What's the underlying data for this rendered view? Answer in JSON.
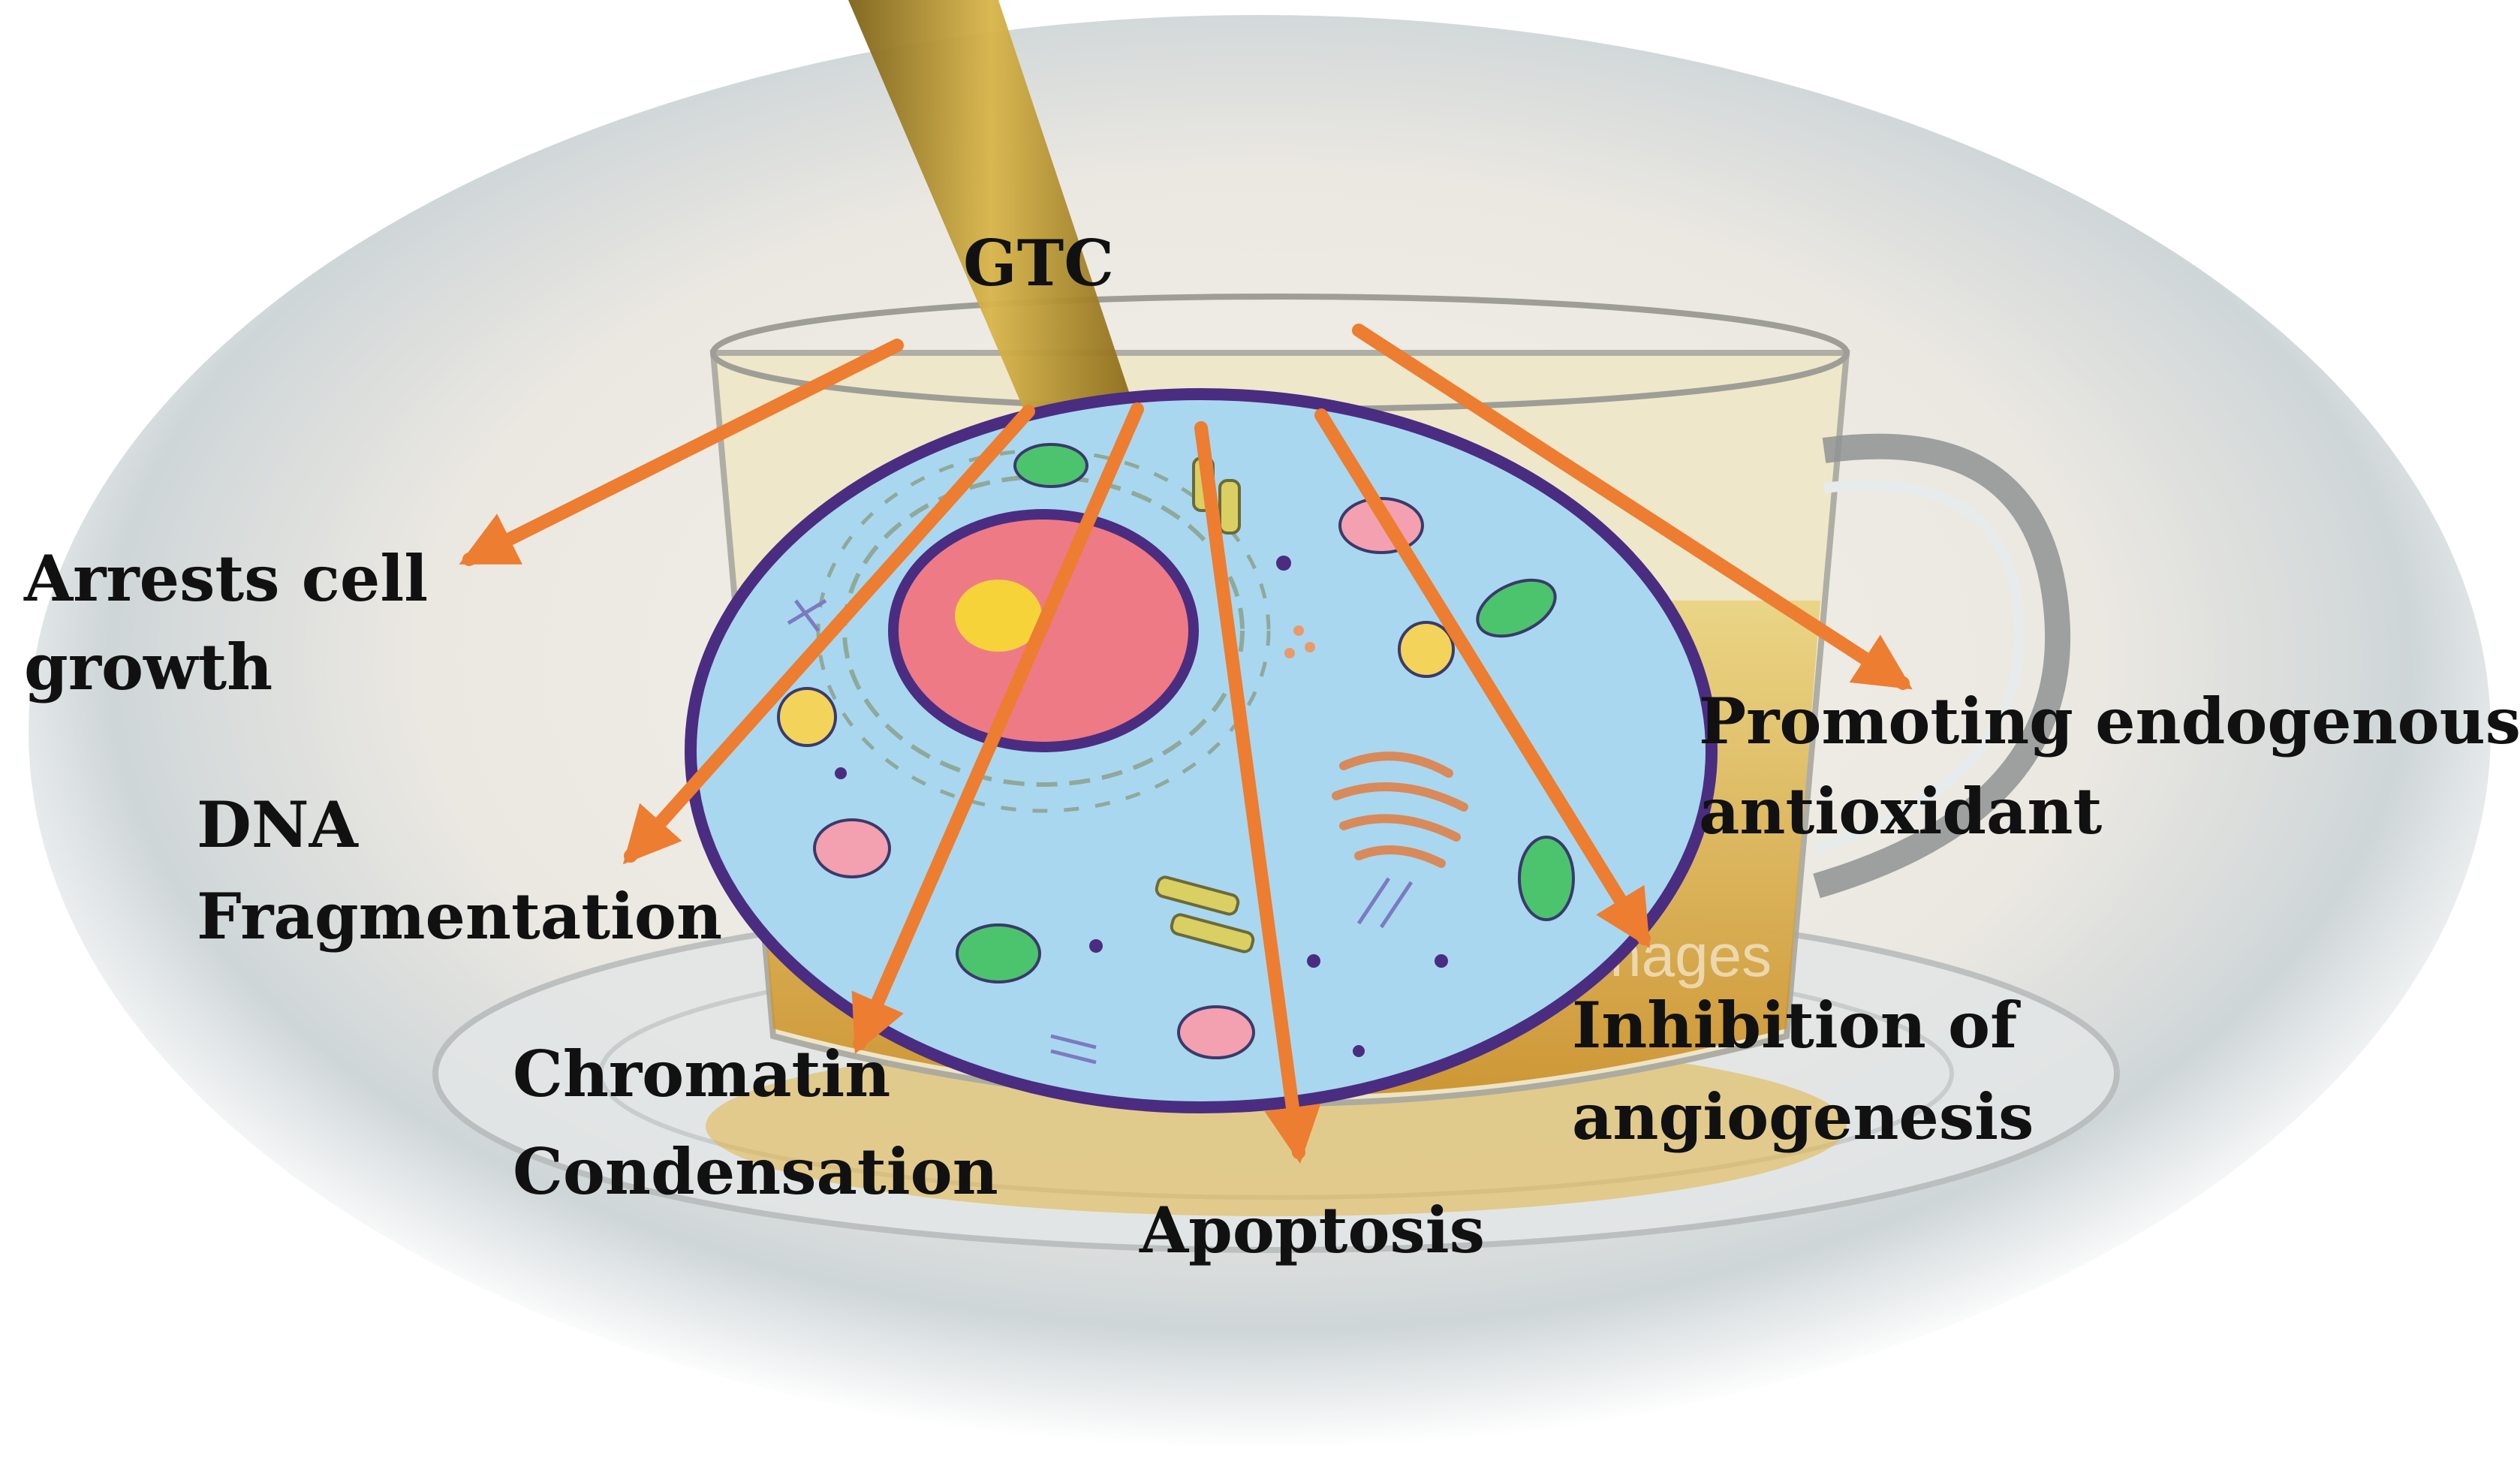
{
  "labels": {
    "source": "GTC",
    "arrest_line1": "Arrests cell",
    "arrest_line2": "growth",
    "dna_line1": "DNA",
    "dna_line2": "Fragmentation",
    "chromatin_line1": "Chromatin",
    "chromatin_line2": "Condensation",
    "apoptosis": "Apoptosis",
    "angio_line1": "Inhibition of",
    "angio_line2": "angiogenesis",
    "antiox_line1": "Promoting endogenous",
    "antiox_line2": "antioxidant"
  },
  "watermark": "mages",
  "colors": {
    "arrow": "#ED7D31",
    "cell_membrane": "#4A2D80",
    "cytoplasm": "#A9D7F0",
    "nucleus": "#EE7A86",
    "nucleolus": "#F7D33A",
    "tea": "#D9A52A",
    "vignette": "#DCE0E2"
  },
  "icons": {
    "background": "tea-cup-icon",
    "cell": "animal-cell-icon"
  }
}
